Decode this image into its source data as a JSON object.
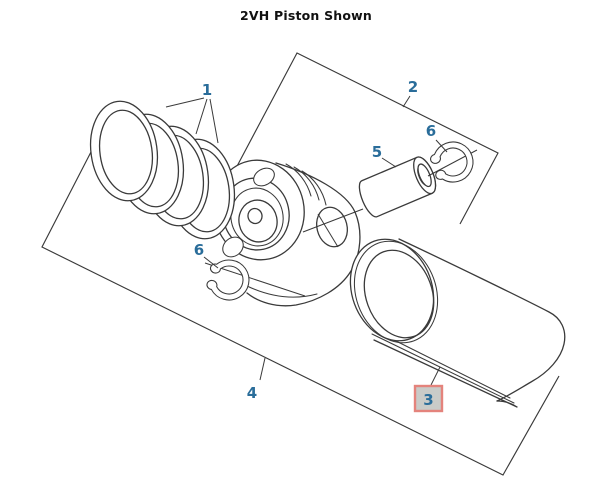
{
  "title": "2VH Piston Shown",
  "callouts": {
    "c1": {
      "label": "1",
      "part": "piston-rings"
    },
    "c2": {
      "label": "2",
      "part": "piston-kit-outline"
    },
    "c3": {
      "label": "3",
      "part": "cylinder-liner",
      "highlighted": true
    },
    "c4": {
      "label": "4",
      "part": "kit-outline"
    },
    "c5": {
      "label": "5",
      "part": "piston-pin"
    },
    "c6a": {
      "label": "6",
      "part": "retaining-ring-left"
    },
    "c6b": {
      "label": "6",
      "part": "retaining-ring-right"
    }
  },
  "colors": {
    "background": "#ffffff",
    "line": "#3a3a3a",
    "callout_blue": "#2a6d9a",
    "highlight_fill": "#c9cbc8",
    "highlight_border": "#e4837c"
  }
}
